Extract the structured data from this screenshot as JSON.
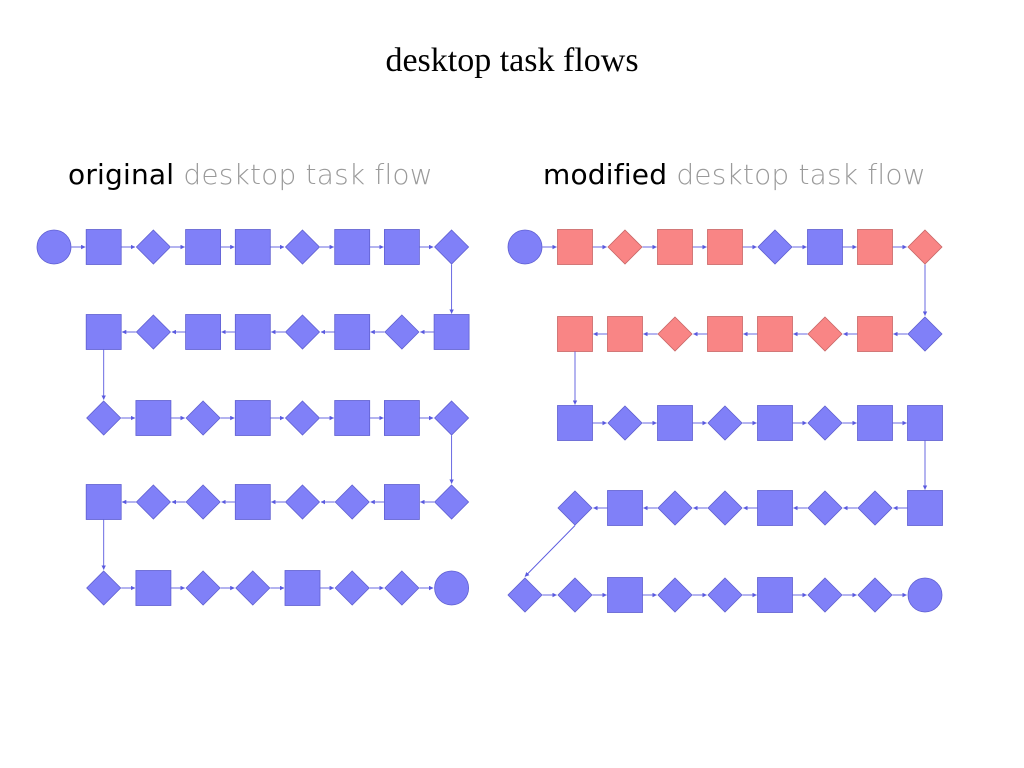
{
  "title": "desktop task flows",
  "left_panel": {
    "title_bold": "original",
    "title_light": "desktop task flow"
  },
  "right_panel": {
    "title_bold": "modified",
    "title_light": "desktop task flow"
  },
  "colors": {
    "standard": "#8080f8",
    "standard_stroke": "#5f5fd0",
    "modified": "#f98585",
    "modified_stroke": "#c86666",
    "edge": "#5a5adf"
  },
  "left_flow": [
    {
      "nodes": [
        {
          "shape": "circle",
          "state": "standard"
        },
        {
          "shape": "square",
          "state": "standard"
        },
        {
          "shape": "diamond",
          "state": "standard"
        },
        {
          "shape": "square",
          "state": "standard"
        },
        {
          "shape": "square",
          "state": "standard"
        },
        {
          "shape": "diamond",
          "state": "standard"
        },
        {
          "shape": "square",
          "state": "standard"
        },
        {
          "shape": "square",
          "state": "standard"
        },
        {
          "shape": "diamond",
          "state": "standard"
        }
      ]
    },
    {
      "nodes": [
        {
          "shape": "square",
          "state": "standard"
        },
        {
          "shape": "diamond",
          "state": "standard"
        },
        {
          "shape": "square",
          "state": "standard"
        },
        {
          "shape": "diamond",
          "state": "standard"
        },
        {
          "shape": "square",
          "state": "standard"
        },
        {
          "shape": "square",
          "state": "standard"
        },
        {
          "shape": "diamond",
          "state": "standard"
        },
        {
          "shape": "square",
          "state": "standard"
        }
      ]
    },
    {
      "nodes": [
        {
          "shape": "diamond",
          "state": "standard"
        },
        {
          "shape": "square",
          "state": "standard"
        },
        {
          "shape": "diamond",
          "state": "standard"
        },
        {
          "shape": "square",
          "state": "standard"
        },
        {
          "shape": "diamond",
          "state": "standard"
        },
        {
          "shape": "square",
          "state": "standard"
        },
        {
          "shape": "square",
          "state": "standard"
        },
        {
          "shape": "diamond",
          "state": "standard"
        }
      ]
    },
    {
      "nodes": [
        {
          "shape": "diamond",
          "state": "standard"
        },
        {
          "shape": "square",
          "state": "standard"
        },
        {
          "shape": "diamond",
          "state": "standard"
        },
        {
          "shape": "diamond",
          "state": "standard"
        },
        {
          "shape": "square",
          "state": "standard"
        },
        {
          "shape": "diamond",
          "state": "standard"
        },
        {
          "shape": "diamond",
          "state": "standard"
        },
        {
          "shape": "square",
          "state": "standard"
        }
      ]
    },
    {
      "nodes": [
        {
          "shape": "diamond",
          "state": "standard"
        },
        {
          "shape": "square",
          "state": "standard"
        },
        {
          "shape": "diamond",
          "state": "standard"
        },
        {
          "shape": "diamond",
          "state": "standard"
        },
        {
          "shape": "square",
          "state": "standard"
        },
        {
          "shape": "diamond",
          "state": "standard"
        },
        {
          "shape": "diamond",
          "state": "standard"
        },
        {
          "shape": "circle",
          "state": "standard"
        }
      ]
    }
  ],
  "right_flow": [
    {
      "nodes": [
        {
          "shape": "circle",
          "state": "standard"
        },
        {
          "shape": "square",
          "state": "modified"
        },
        {
          "shape": "diamond",
          "state": "modified"
        },
        {
          "shape": "square",
          "state": "modified"
        },
        {
          "shape": "square",
          "state": "modified"
        },
        {
          "shape": "diamond",
          "state": "standard"
        },
        {
          "shape": "square",
          "state": "standard"
        },
        {
          "shape": "square",
          "state": "modified"
        },
        {
          "shape": "diamond",
          "state": "modified"
        }
      ]
    },
    {
      "nodes": [
        {
          "shape": "diamond",
          "state": "standard"
        },
        {
          "shape": "rect",
          "state": "modified"
        },
        {
          "shape": "diamond",
          "state": "modified"
        },
        {
          "shape": "rect",
          "state": "modified"
        },
        {
          "shape": "rect",
          "state": "modified"
        },
        {
          "shape": "diamond",
          "state": "modified"
        },
        {
          "shape": "rect",
          "state": "modified"
        },
        {
          "shape": "rect",
          "state": "modified"
        }
      ]
    },
    {
      "nodes": [
        {
          "shape": "square",
          "state": "standard"
        },
        {
          "shape": "diamond",
          "state": "standard"
        },
        {
          "shape": "square",
          "state": "standard"
        },
        {
          "shape": "diamond",
          "state": "standard"
        },
        {
          "shape": "square",
          "state": "standard"
        },
        {
          "shape": "diamond",
          "state": "standard"
        },
        {
          "shape": "square",
          "state": "standard"
        },
        {
          "shape": "square",
          "state": "standard"
        }
      ]
    },
    {
      "nodes": [
        {
          "shape": "square",
          "state": "standard"
        },
        {
          "shape": "diamond",
          "state": "standard"
        },
        {
          "shape": "diamond",
          "state": "standard"
        },
        {
          "shape": "square",
          "state": "standard"
        },
        {
          "shape": "diamond",
          "state": "standard"
        },
        {
          "shape": "diamond",
          "state": "standard"
        },
        {
          "shape": "square",
          "state": "standard"
        },
        {
          "shape": "diamond",
          "state": "standard"
        }
      ]
    },
    {
      "nodes": [
        {
          "shape": "diamond",
          "state": "standard"
        },
        {
          "shape": "diamond",
          "state": "standard"
        },
        {
          "shape": "square",
          "state": "standard"
        },
        {
          "shape": "diamond",
          "state": "standard"
        },
        {
          "shape": "diamond",
          "state": "standard"
        },
        {
          "shape": "square",
          "state": "standard"
        },
        {
          "shape": "diamond",
          "state": "standard"
        },
        {
          "shape": "diamond",
          "state": "standard"
        },
        {
          "shape": "circle",
          "state": "standard"
        }
      ]
    }
  ]
}
